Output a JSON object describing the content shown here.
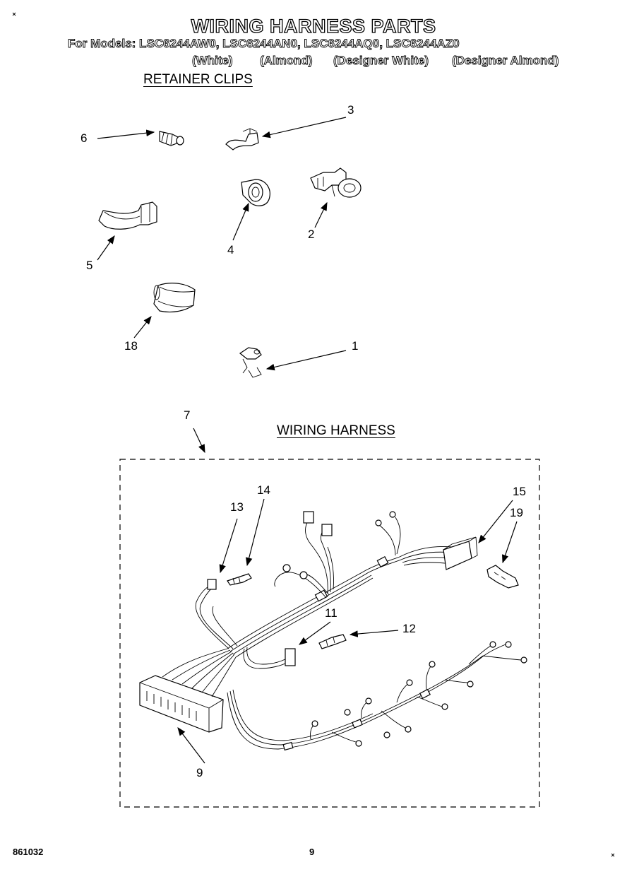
{
  "header": {
    "title": "WIRING HARNESS PARTS",
    "models_line": "For Models: LSC6244AW0, LSC6244AN0, LSC6244AQ0, LSC6244AZ0",
    "variants": [
      "(White)",
      "(Almond)",
      "(Designer White)",
      "(Designer Almond)"
    ]
  },
  "sections": {
    "retainer_clips": "RETAINER CLIPS",
    "wiring_harness": "WIRING HARNESS"
  },
  "callouts": {
    "c1": "1",
    "c2": "2",
    "c3": "3",
    "c4": "4",
    "c5": "5",
    "c6": "6",
    "c7": "7",
    "c9": "9",
    "c11": "11",
    "c12": "12",
    "c13": "13",
    "c14": "14",
    "c15": "15",
    "c18": "18",
    "c19": "19"
  },
  "footer": {
    "doc_number": "861032",
    "page_number": "9"
  }
}
